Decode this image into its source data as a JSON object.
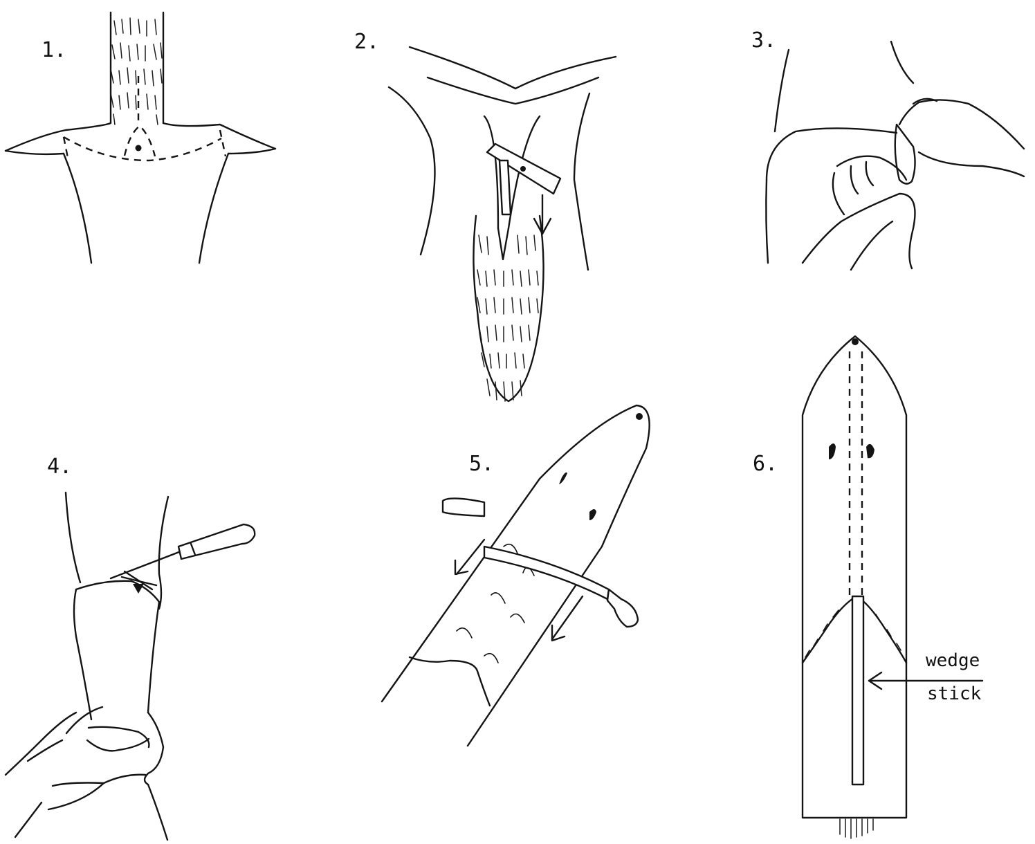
{
  "steps": [
    {
      "number": "1."
    },
    {
      "number": "2."
    },
    {
      "number": "3."
    },
    {
      "number": "4."
    },
    {
      "number": "5."
    },
    {
      "number": "6."
    }
  ],
  "callout": {
    "line1": "wedge",
    "line2": "stick"
  },
  "icons": [
    "arrow-down-icon",
    "arrow-left-icon",
    "knife-icon",
    "draw-knife-icon",
    "hand-icon"
  ]
}
